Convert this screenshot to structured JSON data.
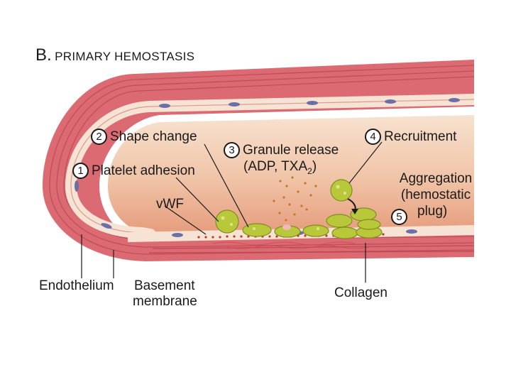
{
  "title": {
    "letter": "B.",
    "text": "PRIMARY HEMOSTASIS"
  },
  "steps": [
    {
      "num": "1",
      "label": "Platelet adhesion"
    },
    {
      "num": "2",
      "label": "Shape change"
    },
    {
      "num": "3",
      "label": "Granule release",
      "sub_prefix": "(ADP, TXA",
      "sub_sub": "2",
      "sub_suffix": ")"
    },
    {
      "num": "4",
      "label": "Recruitment"
    },
    {
      "num": "5",
      "label_line1": "Aggregation",
      "label_line2": "(hemostatic",
      "label_line3": "plug)"
    }
  ],
  "labels": {
    "vwf": "vWF",
    "endothelium": "Endothelium",
    "basement_line1": "Basement",
    "basement_line2": "membrane",
    "collagen": "Collagen"
  },
  "colors": {
    "wall_outer": "#d9606a",
    "wall_band": "#e98a8f",
    "lumen_top": "#f6ddc8",
    "lumen_bottom": "#e9ad8e",
    "endothelial_cell": "#f7e6d8",
    "nucleus": "#6a6fa8",
    "platelet": "#b7c63a",
    "platelet_dark": "#7f8f1d",
    "vwf_dots": "#c0392b",
    "granules": "#c8761f"
  }
}
